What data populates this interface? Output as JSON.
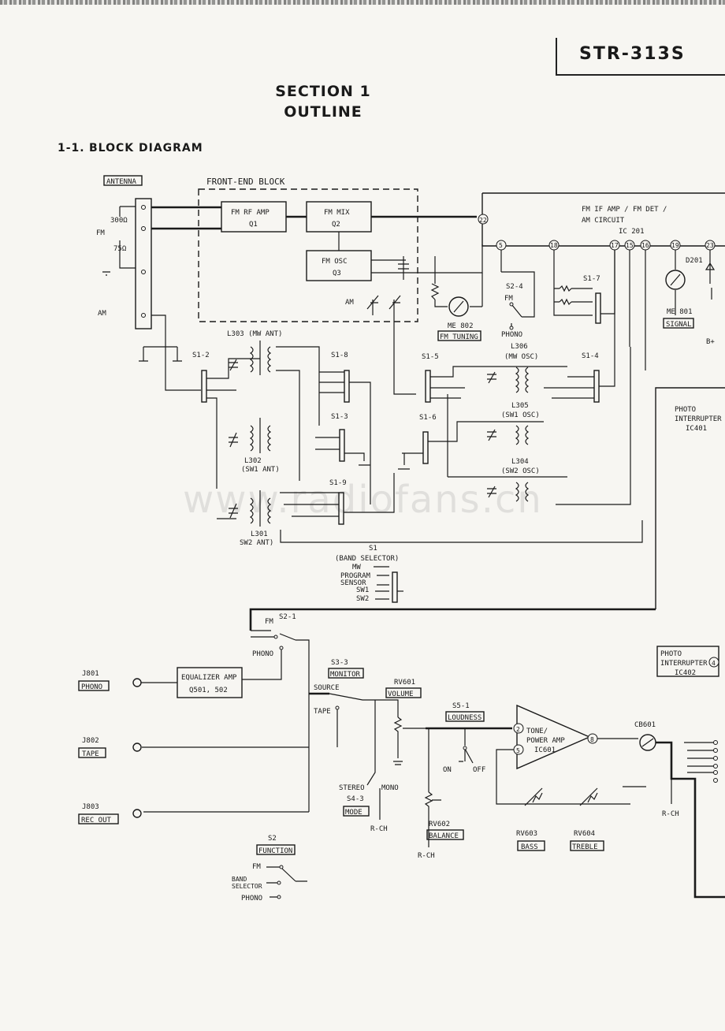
{
  "header": {
    "model": "STR-313S",
    "section": "SECTION 1",
    "section_title": "OUTLINE",
    "subsection_number": "1-1.",
    "subsection_title": "BLOCK DIAGRAM"
  },
  "watermark": "www.radiofans.cn",
  "diagram": {
    "antenna": "ANTENNA",
    "ant_fm": "FM",
    "ant_300": "300Ω",
    "ant_75": "75Ω",
    "ant_am": "AM",
    "front_end": "FRONT-END BLOCK",
    "fm_rf_amp": "FM RF AMP",
    "q1": "Q1",
    "fm_mix": "FM MIX",
    "q2": "Q2",
    "fm_osc": "FM OSC",
    "q3": "Q3",
    "am_label": "AM",
    "if_line1": "FM IF AMP / FM DET /",
    "if_line2": "AM CIRCUIT",
    "ic201": "IC 201",
    "pin_22": "22",
    "pin_5": "5",
    "pin_18": "18",
    "pin_17": "17",
    "pin_15": "15",
    "pin_16": "16",
    "pin_19": "19",
    "pin_23": "23",
    "d201": "D201",
    "me801": "ME 801",
    "signal": "SIGNAL",
    "bplus": "B+",
    "me802": "ME 802",
    "fm_tuning": "FM TUNING",
    "s2_4": "S2-4",
    "s2_4_fm": "FM",
    "s2_4_phono": "PHONO",
    "s1_7": "S1-7",
    "l303": "L303 (MW ANT)",
    "s1_2": "S1-2",
    "s1_8": "S1-8",
    "s1_3": "S1-3",
    "s1_9": "S1-9",
    "s1_5": "S1-5",
    "s1_6": "S1-6",
    "s1_4": "S1-4",
    "l306": "L306",
    "l306_sub": "(MW OSC)",
    "l305": "L305",
    "l305_sub": "(SW1 OSC)",
    "l304": "L304",
    "l304_sub": "(SW2 OSC)",
    "l302": "L302",
    "l302_sub": "(SW1 ANT)",
    "l301": "L301",
    "l301_sub": "SW2 ANT)",
    "photo1_l1": "PHOTO",
    "photo1_l2": "INTERRUPTER",
    "photo1_l3": "IC401",
    "s1_title": "S1",
    "s1_sub": "(BAND SELECTOR)",
    "s1_mw": "MW",
    "s1_prog": "PROGRAM",
    "s1_sensor": "SENSOR",
    "s1_sw1": "SW1",
    "s1_sw2": "SW2",
    "s2_1": "S2-1",
    "s2_1_fm": "FM",
    "s2_1_phono": "PHONO",
    "j801": "J801",
    "j801_lbl": "PHONO",
    "eq_amp": "EQUALIZER AMP",
    "eq_q": "Q501, 502",
    "s3_3": "S3-3",
    "monitor": "MONITOR",
    "source": "SOURCE",
    "tape_sw": "TAPE",
    "rv601": "RV601",
    "volume": "VOLUME",
    "s5_1": "S5-1",
    "loudness": "LOUDNESS",
    "on": "ON",
    "off": "OFF",
    "tone_l1": "TONE/",
    "tone_l2": "POWER AMP",
    "ic601": "IC601",
    "pin_2": "2",
    "pin_5b": "5",
    "pin_8": "8",
    "cb601": "CB601",
    "photo2_l1": "PHOTO",
    "photo2_l2": "INTERRUPTER",
    "photo2_l3": "IC402",
    "pin_4": "4",
    "j802": "J802",
    "j802_lbl": "TAPE",
    "j803": "J803",
    "j803_lbl": "REC OUT",
    "stereo": "STEREO",
    "mono": "MONO",
    "s4_3": "S4-3",
    "mode": "MODE",
    "rch1": "R-CH",
    "rv602": "RV602",
    "balance": "BALANCE",
    "rch2": "R-CH",
    "rv603": "RV603",
    "bass": "BASS",
    "rv604": "RV604",
    "treble": "TREBLE",
    "rch3": "R-CH",
    "s2": "S2",
    "function": "FUNCTION",
    "f_fm": "FM",
    "f_band": "BAND",
    "f_selector": "SELECTOR",
    "f_phono": "PHONO"
  }
}
